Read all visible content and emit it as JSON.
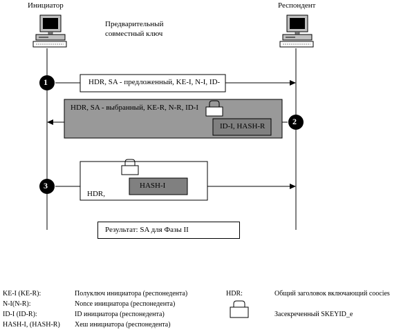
{
  "nodes": {
    "initiator": "Инициатор",
    "responder": "Респондент"
  },
  "shared_key": {
    "line1": "Предварительный",
    "line2": "совместный ключ"
  },
  "steps": [
    {
      "number": "1",
      "message": "HDR, SA - предложенный, KE-I, N-I, ID-"
    },
    {
      "number": "2",
      "message": "HDR, SA - выбранный, KE-R, N-R, ID-I",
      "encrypted": "ID-I, HASH-R"
    },
    {
      "number": "3",
      "message": "HDR,",
      "encrypted": "HASH-I"
    }
  ],
  "result": "Результат: SA для Фазы II",
  "legend": {
    "left_terms": [
      "KE-I (KE-R):",
      "N-I(N-R):",
      "ID-I (ID-R):",
      "HASH-I, (HASH-R)"
    ],
    "left_defs": [
      "Полуключ инициатора (респонедента)",
      "Nonce инициатора (респонедента)",
      "ID инициатора (респонедента)",
      "Хеш инициатора (респонедента)"
    ],
    "hdr_term": "HDR:",
    "hdr_def": "Общий заголовок включающий coocies",
    "lock_def": "Засекреченный  SKEYID_e"
  },
  "colors": {
    "step2_panel": "#999999",
    "encrypted_box": "#808080",
    "step_circle": "#000000"
  },
  "icons": [
    "computer-icon",
    "lock-icon"
  ]
}
